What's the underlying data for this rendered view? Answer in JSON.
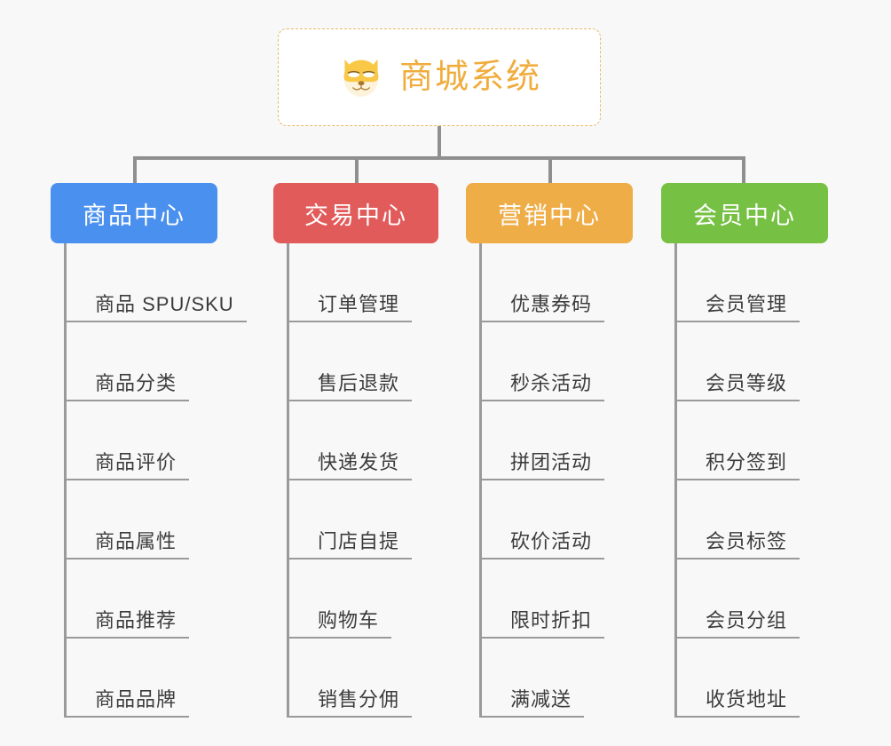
{
  "canvas": {
    "background": "#f8f8f8",
    "connector_color": "#8f8f8f"
  },
  "root": {
    "title": "商城系统",
    "icon": "shiba-dog-icon",
    "text_color": "#f0ad3e",
    "border_color": "#e8b964",
    "fill": "#ffffff"
  },
  "columns": [
    {
      "title": "商品中心",
      "color": "#4a90ee",
      "items": [
        "商品 SPU/SKU",
        "商品分类",
        "商品评价",
        "商品属性",
        "商品推荐",
        "商品品牌"
      ]
    },
    {
      "title": "交易中心",
      "color": "#e15b5b",
      "items": [
        "订单管理",
        "售后退款",
        "快递发货",
        "门店自提",
        "购物车",
        "销售分佣"
      ]
    },
    {
      "title": "营销中心",
      "color": "#eead47",
      "items": [
        "优惠券码",
        "秒杀活动",
        "拼团活动",
        "砍价活动",
        "限时折扣",
        "满减送"
      ]
    },
    {
      "title": "会员中心",
      "color": "#76c044",
      "items": [
        "会员管理",
        "会员等级",
        "积分签到",
        "会员标签",
        "会员分组",
        "收货地址"
      ]
    }
  ]
}
